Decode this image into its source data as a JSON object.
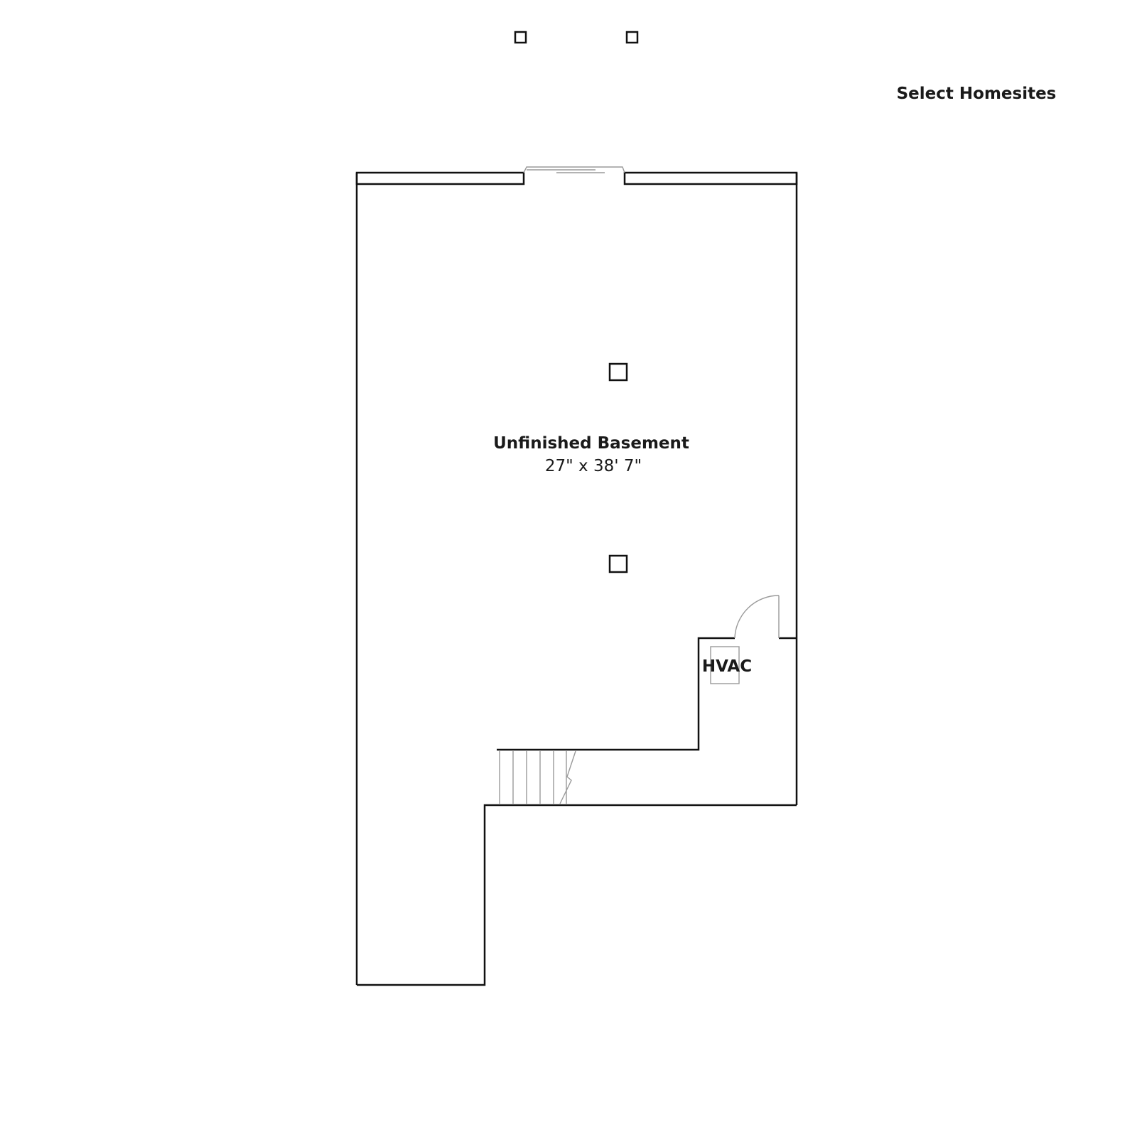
{
  "header": {
    "select_homesites_label": "Select Homesites"
  },
  "rooms": {
    "basement": {
      "name": "Unfinished Basement",
      "dimensions": "27\" x 38' 7\""
    },
    "hvac": {
      "name": "HVAC"
    }
  },
  "colors": {
    "wall": "#111111",
    "fixture": "#9a9a9a",
    "background": "#ffffff"
  }
}
